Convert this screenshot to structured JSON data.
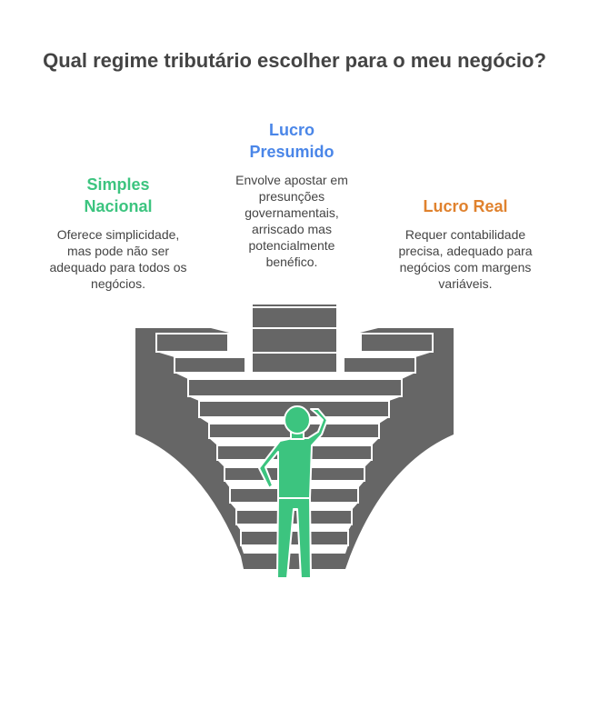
{
  "title": "Qual regime tributário escolher para o meu negócio?",
  "options": [
    {
      "name_lines": [
        "Simples",
        "Nacional"
      ],
      "color": "#3cc47f",
      "description_lines": [
        "Oferece simplicidade,",
        "mas pode não ser",
        "adequado para todos os",
        "negócios."
      ]
    },
    {
      "name_lines": [
        "Lucro",
        "Presumido"
      ],
      "color": "#4a86e8",
      "description_lines": [
        "Envolve apostar em",
        "presunções",
        "governamentais,",
        "arriscado mas",
        "potencialmente",
        "benéfico."
      ]
    },
    {
      "name_lines": [
        "Lucro Real"
      ],
      "color": "#e0822e",
      "description_lines": [
        "Requer contabilidade",
        "precisa, adequado para",
        "negócios com margens",
        "variáveis."
      ]
    }
  ],
  "colors": {
    "stairs": "#666666",
    "figure": "#3cc47f",
    "text": "#444444"
  }
}
